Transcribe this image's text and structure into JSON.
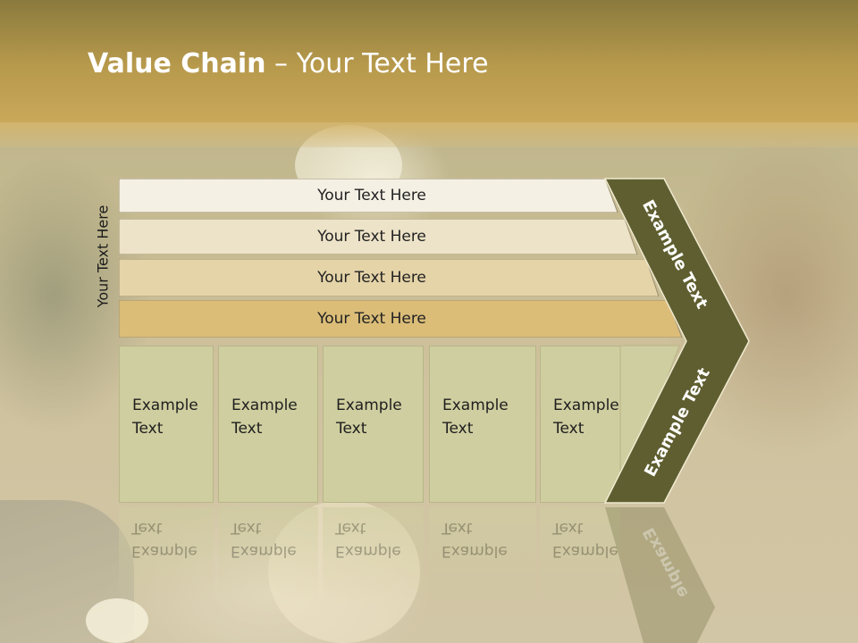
{
  "title": {
    "bold": "Value Chain",
    "rest": " – Your Text Here"
  },
  "side_label": "Your Text Here",
  "bars": [
    {
      "label": "Your Text Here",
      "color": "#f5f0e4"
    },
    {
      "label": "Your Text Here",
      "color": "#ede3c8"
    },
    {
      "label": "Your Text Here",
      "color": "#e5d4a8"
    },
    {
      "label": "Your Text Here",
      "color": "#dbbd78"
    }
  ],
  "boxes": [
    {
      "label": "Example\nText"
    },
    {
      "label": "Example\nText"
    },
    {
      "label": "Example\nText"
    },
    {
      "label": "Example\nText"
    },
    {
      "label": "Example\nText"
    }
  ],
  "chevron": {
    "upper_text": "Example Text",
    "lower_text": "Example Text",
    "color": "#5f5e30"
  },
  "reflection_text": {
    "box": "Example\nText",
    "chevron": "Example"
  },
  "colors": {
    "header": "#b89a4c",
    "box_fill": "#cfcea0",
    "chevron": "#5f5e30"
  }
}
